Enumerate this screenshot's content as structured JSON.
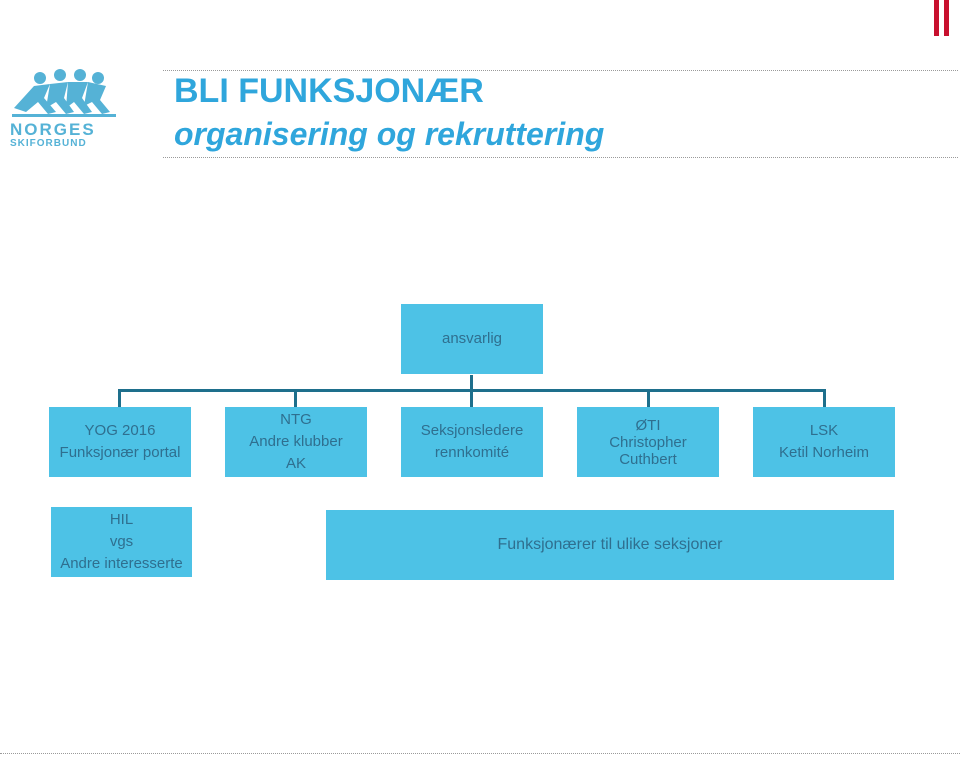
{
  "colors": {
    "accent": "#2fa6dc",
    "box": "#4dc2e6",
    "connector": "#1e6f8c",
    "flag": "#c8102e"
  },
  "logo": {
    "line1": "NORGES",
    "line2": "SKIFORBUND"
  },
  "title": {
    "line1": "BLI FUNKSJONÆR",
    "line2": "organisering og rekruttering"
  },
  "org": {
    "root": "ansvarlig",
    "children": [
      {
        "lines": [
          "YOG 2016",
          "Funksjonær portal"
        ]
      },
      {
        "lines": [
          "NTG",
          "Andre klubber",
          "AK"
        ]
      },
      {
        "lines": [
          "Seksjonsledere",
          "rennkomité"
        ]
      },
      {
        "lines": [
          "ØTI",
          "Christopher",
          "Cuthbert"
        ]
      },
      {
        "lines": [
          "LSK",
          "Ketil Norheim"
        ]
      }
    ],
    "left_box": {
      "lines": [
        "HIL",
        "vgs",
        "Andre interesserte"
      ]
    },
    "wide_box": "Funksjonærer til ulike seksjoner"
  }
}
